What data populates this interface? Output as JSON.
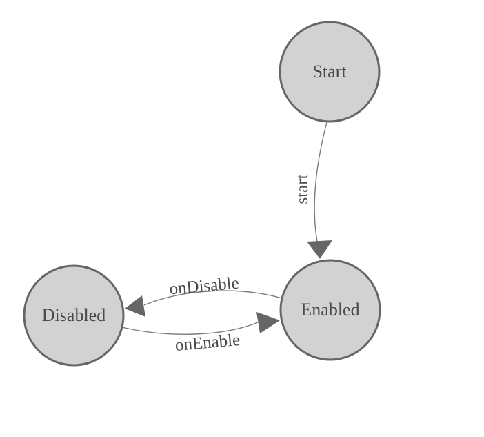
{
  "diagram": {
    "type": "state-machine",
    "nodes": [
      {
        "id": "start",
        "label": "Start"
      },
      {
        "id": "enabled",
        "label": "Enabled"
      },
      {
        "id": "disabled",
        "label": "Disabled"
      }
    ],
    "edges": [
      {
        "from": "start",
        "to": "enabled",
        "label": "start"
      },
      {
        "from": "enabled",
        "to": "disabled",
        "label": "onDisable"
      },
      {
        "from": "disabled",
        "to": "enabled",
        "label": "onEnable"
      }
    ]
  },
  "colors": {
    "background": "#ffffff",
    "node-fill": "#d2d2d2",
    "node-stroke": "#666666",
    "edge-line": "#7a7a7a",
    "arrow-fill": "#666666",
    "label-text": "#4a4a4a"
  }
}
